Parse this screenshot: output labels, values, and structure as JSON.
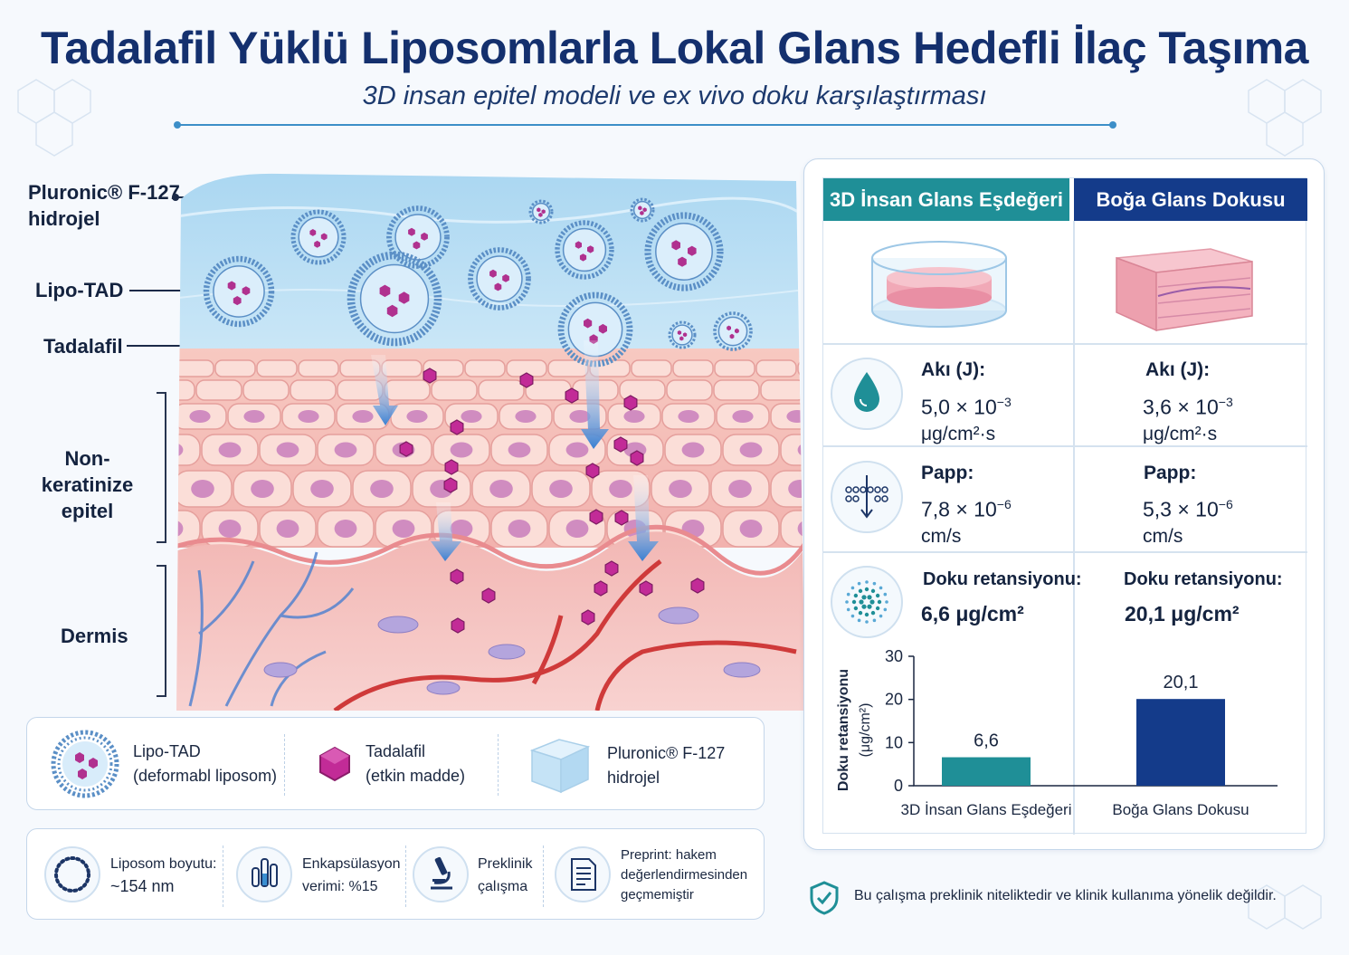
{
  "header": {
    "title": "Tadalafil Yüklü Liposomlarla Lokal Glans Hedefli İlaç Taşıma",
    "subtitle": "3D insan epitel modeli ve ex vivo doku karşılaştırması"
  },
  "diagram_labels": {
    "hydrogel_line1": "Pluronic® F-127",
    "hydrogel_line2": "hidrojel",
    "lipotad": "Lipo-TAD",
    "tadalafil": "Tadalafil",
    "epithelium_line1": "Non-keratinize",
    "epithelium_line2": "epitel",
    "dermis": "Dermis"
  },
  "legend": [
    {
      "line1": "Lipo-TAD",
      "line2": "(deformabl liposom)",
      "icon": "liposome-icon"
    },
    {
      "line1": "Tadalafil",
      "line2": "(etkin madde)",
      "icon": "hexagon-molecule-icon"
    },
    {
      "line1": "Pluronic® F-127",
      "line2": "hidrojel",
      "icon": "hydrogel-cube-icon"
    }
  ],
  "facts": [
    {
      "line1": "Liposom boyutu:",
      "line2": "~154 nm",
      "icon": "dotted-circle-icon"
    },
    {
      "line1": "Enkapsülasyon",
      "line2": "verimi: %15",
      "icon": "test-tubes-icon"
    },
    {
      "line1": "Preklinik",
      "line2": "çalışma",
      "icon": "microscope-icon"
    },
    {
      "line1": "Preprint: hakem",
      "line2": "değerlendirmesinden",
      "line3": "geçmemiştir",
      "icon": "document-icon"
    }
  ],
  "comparison": {
    "col1_header": "3D İnsan Glans Eşdeğeri",
    "col2_header": "Boğa Glans Dokusu",
    "col1_color": "#1f8f97",
    "col2_color": "#143b8a",
    "rows": [
      {
        "icon": "droplet-icon",
        "label": "Akı (J):",
        "col1": {
          "num": "5,0 × 10",
          "exp": "−3",
          "unit": "μg/cm²·s"
        },
        "col2": {
          "num": "3,6 × 10",
          "exp": "−3",
          "unit": "μg/cm²·s"
        }
      },
      {
        "icon": "membrane-permeation-icon",
        "label": "Papp:",
        "col1": {
          "num": "7,8 × 10",
          "exp": "−6",
          "unit": "cm/s"
        },
        "col2": {
          "num": "5,3 × 10",
          "exp": "−6",
          "unit": "cm/s"
        }
      },
      {
        "icon": "particles-icon",
        "label": "Doku retansiyonu:",
        "col1": {
          "value": "6,6 μg/cm²"
        },
        "col2": {
          "value": "20,1 μg/cm²"
        }
      }
    ]
  },
  "chart_data": {
    "type": "bar",
    "categories": [
      "3D İnsan Glans Eşdeğeri",
      "Boğa Glans Dokusu"
    ],
    "values": [
      6.6,
      20.1
    ],
    "value_labels": [
      "6,6",
      "20,1"
    ],
    "colors": [
      "#1f8f97",
      "#143b8a"
    ],
    "ylabel_line1": "Doku retansiyonu",
    "ylabel_line2": "(μg/cm²)",
    "ylim": [
      0,
      30
    ],
    "yticks": [
      0,
      10,
      20,
      30
    ],
    "grid": false
  },
  "disclaimer": "Bu çalışma preklinik niteliktedir ve klinik kullanıma yönelik değildir."
}
